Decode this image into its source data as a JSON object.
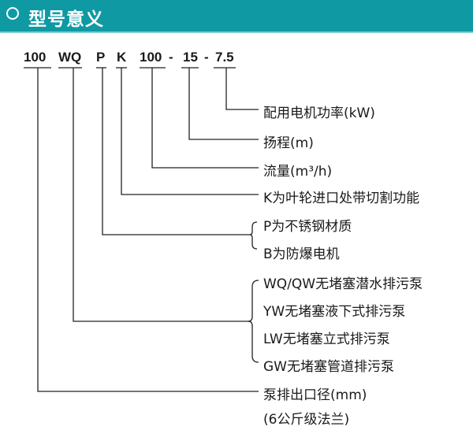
{
  "header": {
    "title": "型号意义",
    "icon": "circle-outline-icon",
    "background_color": "#0f99a3"
  },
  "model_code": {
    "parts": [
      "100",
      "WQ",
      "P",
      "K",
      "100",
      "15",
      "7.5"
    ],
    "separator": "-"
  },
  "labels": {
    "power": "配用电机功率(kW)",
    "head": "扬程(m)",
    "flow": "流量(m³/h)",
    "k_meaning": "K为叶轮进口处带切割功能",
    "p_meaning": "P为不锈钢材质",
    "b_meaning": "B为防爆电机",
    "type_wq": "WQ/QW无堵塞潜水排污泵",
    "type_yw": "YW无堵塞液下式排污泵",
    "type_lw": "LW无堵塞立式排污泵",
    "type_gw": "GW无堵塞管道排污泵",
    "outlet": "泵排出口径(mm)",
    "outlet_note": "(6公斤级法兰)"
  }
}
